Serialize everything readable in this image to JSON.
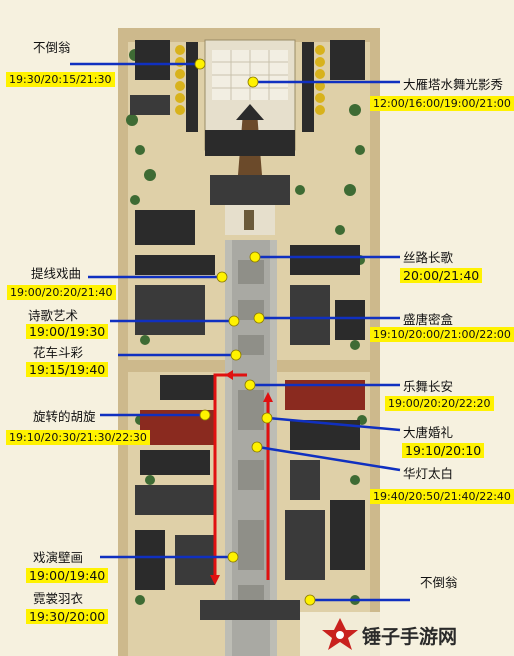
{
  "pois": [
    {
      "id": "budaoweng-north",
      "name": "不倒翁",
      "times": "19:30/20:15/21:30"
    },
    {
      "id": "dayanta",
      "name": "大雁塔水舞光影秀",
      "times": "12:00/16:00/19:00/21:00"
    },
    {
      "id": "silu",
      "name": "丝路长歌",
      "times": "20:00/21:40"
    },
    {
      "id": "tixian",
      "name": "提线戏曲",
      "times": "19:00/20:20/21:40"
    },
    {
      "id": "shige",
      "name": "诗歌艺术",
      "times": "19:00/19:30"
    },
    {
      "id": "shengtang",
      "name": "盛唐密盒",
      "times": "19:10/20:00/21:00/22:00"
    },
    {
      "id": "huache",
      "name": "花车斗彩",
      "times": "19:15/19:40"
    },
    {
      "id": "lewu",
      "name": "乐舞长安",
      "times": "19:00/20:20/22:20"
    },
    {
      "id": "xuanzhuan",
      "name": "旋转的胡旋",
      "times": "19:10/20:30/21:30/22:30"
    },
    {
      "id": "hunli",
      "name": "大唐婚礼",
      "times": "19:10/20:10"
    },
    {
      "id": "huadeng",
      "name": "华灯太白",
      "times": "19:40/20:50/21:40/22:40"
    },
    {
      "id": "xiyan",
      "name": "戏演壁画",
      "times": "19:00/19:40"
    },
    {
      "id": "budaoweng-south",
      "name": "不倒翁",
      "times": ""
    },
    {
      "id": "nishang",
      "name": "霓裳羽衣",
      "times": "19:30/20:00"
    }
  ],
  "watermark": {
    "text": "锤子手游网"
  },
  "colors": {
    "road": "#d9c9a0",
    "block": "#e8dcbc",
    "roof_dark": "#2b2b2b",
    "roof_red": "#8a2a1f",
    "tree": "#3e6b34",
    "tree_yellow": "#d8b21c",
    "line": "#1030c0",
    "dot": "#fff200",
    "arrow": "#e01010",
    "highlight": "#fff200"
  }
}
